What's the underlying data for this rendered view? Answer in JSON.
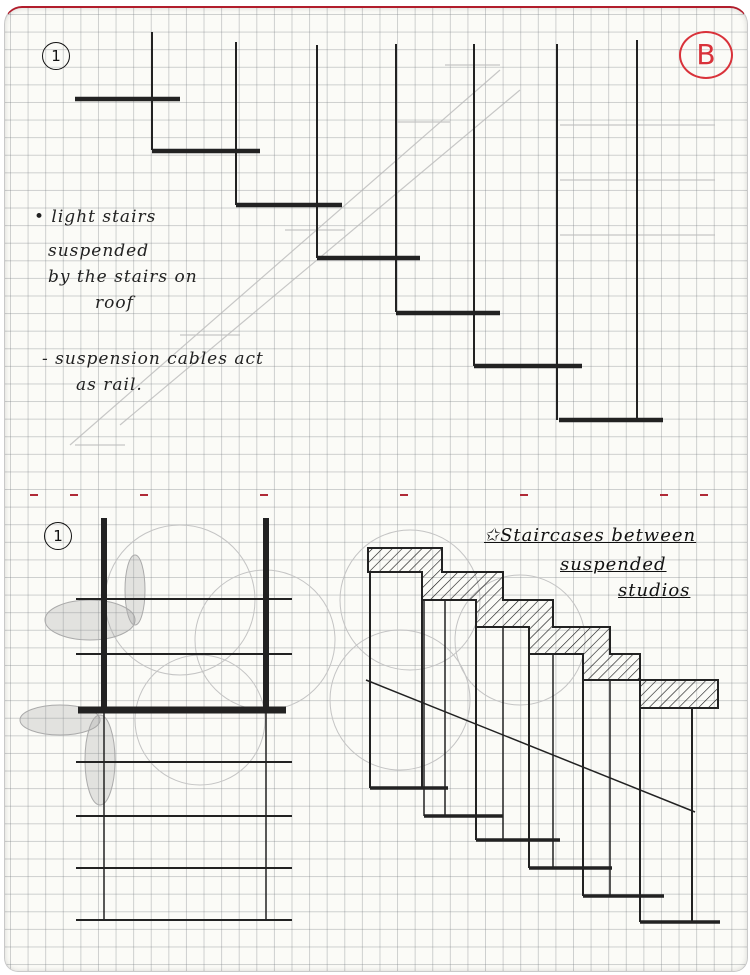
{
  "page": {
    "badge": "B",
    "section1_number": "1",
    "section2_number": "1"
  },
  "notes": {
    "note1_line1": "• light stairs",
    "note1_line2": "suspended",
    "note1_line3": "by the stairs on",
    "note1_line4": "roof",
    "note2_line1": "- suspension cables act",
    "note2_line2": "as rail."
  },
  "captions": {
    "line1": "✩Staircases between",
    "line2": "suspended",
    "line3": "studios"
  }
}
